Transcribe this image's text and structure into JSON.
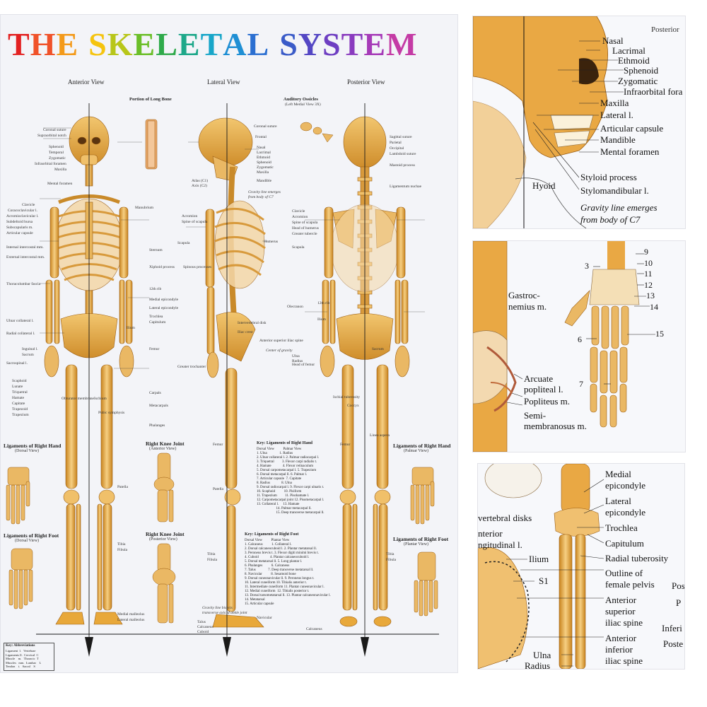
{
  "poster": {
    "title_letters": [
      "T",
      "H",
      "E",
      " ",
      "S",
      "K",
      "E",
      "L",
      "E",
      "T",
      "A",
      "L",
      " ",
      "S",
      "Y",
      "S",
      "T",
      "E",
      "M"
    ],
    "title_colors": [
      "#e32222",
      "#f0522a",
      "#f39a1b",
      "#ffffff",
      "#f5c40f",
      "#b8c61a",
      "#6cbf2a",
      "#2faa4b",
      "#1ea88a",
      "#18a6c9",
      "#1f8fd4",
      "#2b6fd1",
      "#ffffff",
      "#3a5bc8",
      "#5447c4",
      "#6e3ec2",
      "#8a3bbf",
      "#a63bb8",
      "#c43ba5"
    ],
    "views": {
      "anterior": "Anterior View",
      "lateral": "Lateral View",
      "posterior": "Posterior View"
    },
    "boxes": {
      "long_bone": "Portion of Long Bone",
      "auditory": "Auditory Ossicles",
      "auditory_sub": "(Left Medial View 3X)",
      "lig_hand_dorsal": "Ligaments of Right Hand",
      "lig_hand_dorsal_sub": "(Dorsal View)",
      "knee_ant": "Right Knee Joint",
      "knee_ant_sub": "(Anterior View)",
      "knee_post": "Right Knee Joint",
      "knee_post_sub": "(Posterior View)",
      "lig_foot_dorsal": "Ligaments of Right Foot",
      "lig_foot_dorsal_sub": "(Dorsal View)",
      "key_hand": "Key: Ligaments of Right Hand",
      "key_foot": "Key: Ligaments of Right Foot",
      "lig_hand_palmar": "Ligaments of Right Hand",
      "lig_hand_palmar_sub": "(Palmar View)",
      "lig_foot_plantar": "Ligaments of Right Foot",
      "lig_foot_plantar_sub": "(Plantar View)",
      "abbrev": "Key: Abbreviations"
    },
    "anterior_labels": [
      "Coronal suture",
      "Supraorbital notch",
      "Sphenoid",
      "Temporal",
      "Zygomatic",
      "Infraorbital foramen",
      "Maxilla",
      "Mental foramen",
      "Clavicle",
      "Coracoclavicular l.",
      "Acromioclavicular l.",
      "Subdeltoid bursa",
      "Subscapularis m.",
      "Articular capsule",
      "Internal intercostal mm.",
      "External intercostal mm.",
      "Thoracolumbar fascia",
      "Ulnar collateral l.",
      "Radial collateral l.",
      "Inguinal l.",
      "Sacrum",
      "Sacrospinal l.",
      "Scaphoid",
      "Lunate",
      "Triquetral",
      "Hamate",
      "Capitate",
      "Trapezoid",
      "Trapezium",
      "Manubrium",
      "Sternum",
      "Xiphoid process",
      "12th rib",
      "Medial epicondyle",
      "Lateral epicondyle",
      "Trochlea",
      "Capitulum",
      "Ilium",
      "Femur",
      "Carpals",
      "Metacarpals",
      "Phalanges",
      "Pubic symphysis",
      "Ischium",
      "Obturator membrane",
      "Patella",
      "Tibia",
      "Fibula",
      "Medial malleolus",
      "Lateral malleolus"
    ],
    "lateral_labels": [
      "Coronal suture",
      "Frontal",
      "Nasal",
      "Lacrimal",
      "Ethmoid",
      "Sphenoid",
      "Zygomatic",
      "Maxilla",
      "Mandible",
      "Atlas (C1)",
      "Axis (C2)",
      "Acromion",
      "Spine of scapula",
      "Scapula",
      "Humerus",
      "Spinous processes",
      "Intervertebral disk",
      "Iliac crest",
      "Anterior superior iliac spine",
      "Greater trochanter",
      "Femur",
      "Patella",
      "Tibia",
      "Fibula",
      "Talus",
      "Calcaneus",
      "Cuboid",
      "Navicular"
    ],
    "posterior_labels": [
      "Sagittal suture",
      "Parietal",
      "Occipital",
      "Lambdoid suture",
      "Mastoid process",
      "Ligamentum nuchae",
      "Clavicle",
      "Acromion",
      "Spine of scapula",
      "Head of humerus",
      "Greater tubercle",
      "Scapula",
      "12th rib",
      "Olecranon",
      "Radius",
      "Ulna",
      "Ilium",
      "Sacrum",
      "Coccyx",
      "Head of femur",
      "Ischial tuberosity",
      "Femur",
      "Linea aspera",
      "Tibia",
      "Fibula",
      "Calcaneus"
    ],
    "key_hand_text": "Dorsal View          Palmar View\n1. Ulna              1. Radius\n2. Ulnar collateral l. 2. Palmar radiocarpal l.\n3. Triquetral         3. Flexor carpi radialis t.\n4. Hamate             4. Flexor retinaculum\n5. Dorsal carpometacarpal l. 5. Trapezium\n6. Dorsal metacarpal ll. 6. Palmar l.\n7. Articular capsule  7. Capitate\n8. Radius             8. Ulna\n9. Dorsal radiocarpal l. 9. Flexor carpi ulnaris t.\n10. Scaphoid          10. Pisiform\n11. Trapezium         11. Pisohamate l.\n12. Carpometacarpal joint 12. Pisometacarpal l.\n13. Collateral l.     13. Hamate\n                      14. Palmar metacarpal ll.\n                      15. Deep transverse metacarpal ll.",
    "key_foot_text": "Dorsal View          Plantar View\n1. Calcaneus          1. Collateral l.\n2. Dorsal calcaneocuboid l. 2. Plantar metatarsal ll.\n3. Peroneus brevis t. 3. Flexor digiti minimi brevis t.\n4. Cuboid             4. Plantar calcaneocuboid l.\n5. Dorsal metatarsal ll. 5. Long plantar l.\n6. Phalanges          6. Calcaneus\n7. Talus              7. Deep transverse metatarsal ll.\n8. Navicular          8. Sesamoid bone\n9. Dorsal cuneonavicular ll. 9. Peroneus longus t.\n10. Lateral cuneiform 10. Tibialis anterior t.\n11. Intermediate cuneiform 11. Plantar cuneonavicular l.\n12. Medial cuneiform  12. Tibialis posterior t.\n13. Dorsal tarsometatarsal ll. 13. Plantar calcaneonavicular l.\n14. Metatarsal\n15. Articular capsule",
    "abbrev_text": "Ligament  l.   Vertebrae\nLigaments ll.  Cervical  C\nMuscle    m.   Thoracic  T\nMuscles   mm.  Lumbar    L\nTendon    t.   Sacral    S",
    "center_note": "Gravity line emerges from body of C7",
    "bottom_note": "Gravity line bisects transverse axis of ankle joint",
    "center_gravity": "Center of gravity"
  },
  "zoom_head": {
    "corner": "Posterior",
    "labels": [
      "Nasal",
      "Lacrimal",
      "Ethmoid",
      "Sphenoid",
      "Zygomatic",
      "Infraorbital fora",
      "Maxilla",
      "Lateral l.",
      "Articular capsule",
      "Mandible",
      "Mental foramen",
      "Styloid process",
      "Stylomandibular l.",
      "Hyoid"
    ],
    "note_line1": "Gravity line emerges",
    "note_line2": "from body of C7"
  },
  "zoom_hand": {
    "labels": [
      "Gastroc-",
      "nemius m.",
      "Arcuate",
      "popliteal l.",
      "Popliteus m.",
      "Semi-",
      "membranosus m."
    ],
    "numbers": [
      "9",
      "10",
      "11",
      "12",
      "13",
      "14",
      "15",
      "3",
      "6",
      "7"
    ]
  },
  "zoom_elbow": {
    "labels": [
      "Medial",
      "epicondyle",
      "Lateral",
      "epicondyle",
      "Trochlea",
      "Capitulum",
      "Radial tuberosity",
      "Outline of",
      "female pelvis",
      "Anterior",
      "superior",
      "iliac spine",
      "Anterior",
      "inferior",
      "iliac spine",
      "vertebral disks",
      "nterior",
      "ngitudinal l.",
      "Ilium",
      "S1",
      "Ulna",
      "Radius"
    ],
    "edge_right": [
      "Pos",
      "P",
      "Inferi",
      "Poste"
    ]
  },
  "colors": {
    "bone": "#e8a83a",
    "bone_light": "#f6d08a",
    "bone_dark": "#b9771f",
    "gravity_line": "#1a1a1a",
    "label_line": "#333333"
  }
}
